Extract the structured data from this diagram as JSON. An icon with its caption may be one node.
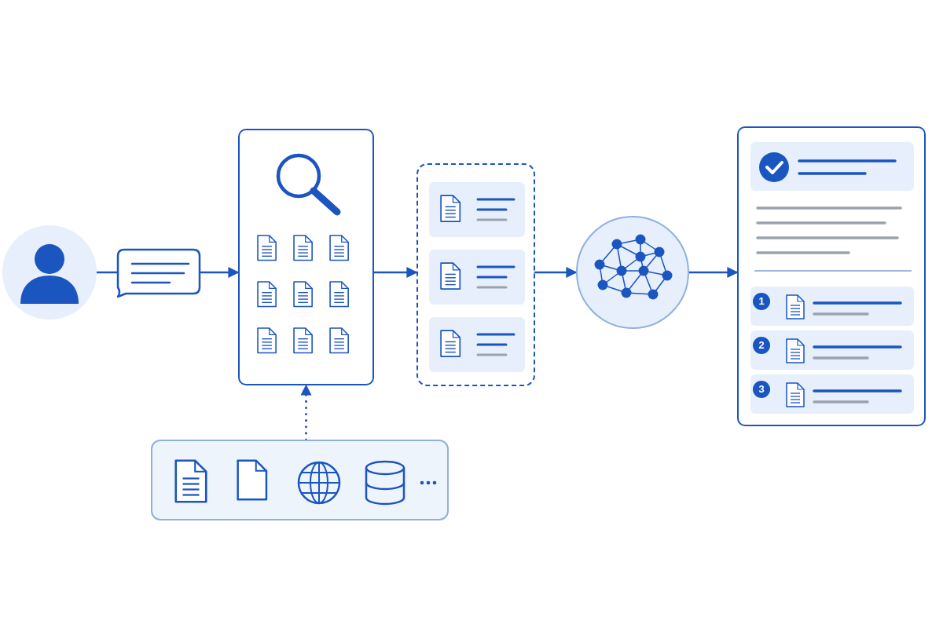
{
  "diagram": {
    "nodes": [
      {
        "text": [],
        "shape": "person"
      },
      {
        "text": [],
        "shape": "box"
      },
      {
        "text": [],
        "shape": "box"
      },
      {
        "text": [],
        "shape": "box"
      },
      {
        "text": [],
        "shape": "circle"
      },
      {
        "text": [],
        "shape": "box"
      },
      {
        "text": [],
        "shape": "box"
      }
    ],
    "edges": [
      {
        "from": 0,
        "to": 1,
        "arrow": "none"
      },
      {
        "from": 1,
        "to": 2,
        "arrow": "to"
      },
      {
        "from": 2,
        "to": 3,
        "arrow": "to"
      },
      {
        "from": 3,
        "to": 4,
        "arrow": "to"
      },
      {
        "from": 4,
        "to": 5,
        "arrow": "to"
      },
      {
        "from": 6,
        "to": 2,
        "arrow": "to",
        "style": "dashed"
      }
    ],
    "labels": [
      "1",
      "2",
      "3"
    ]
  }
}
